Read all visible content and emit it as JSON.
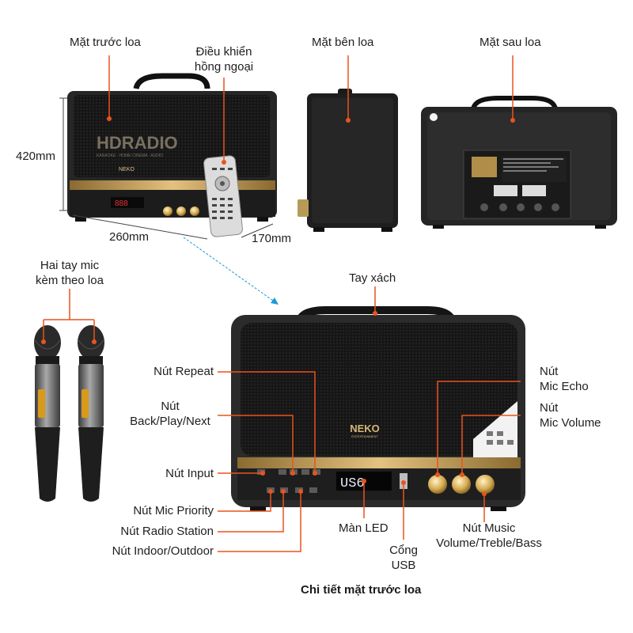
{
  "top_labels": {
    "front": "Mặt trước loa",
    "remote_line1": "Điều khiển",
    "remote_line2": "hồng ngoại",
    "side": "Mặt bên loa",
    "back": "Mặt sau loa"
  },
  "dimensions": {
    "height": "420mm",
    "width": "260mm",
    "depth": "170mm"
  },
  "speaker_branding": {
    "watermark": "HDRADIO",
    "watermark_sub": "KARAOKE - HOME CINEMA - AUDIO",
    "brand": "NEKO",
    "brand_sub": "ENTERTAINMENT",
    "display": "US6"
  },
  "mic_label": {
    "line1": "Hai tay mic",
    "line2": "kèm theo loa"
  },
  "callouts": {
    "handle": "Tay xách",
    "repeat": "Nút Repeat",
    "back_play_next_1": "Nút",
    "back_play_next_2": "Back/Play/Next",
    "input": "Nút Input",
    "mic_priority": "Nút Mic Priority",
    "radio_station": "Nút Radio Station",
    "indoor_outdoor": "Nút Indoor/Outdoor",
    "mic_echo_1": "Nút",
    "mic_echo_2": "Mic Echo",
    "mic_volume_1": "Nút",
    "mic_volume_2": "Mic Volume",
    "led": "Màn LED",
    "music_1": "Nút Music",
    "music_2": "Volume/Treble/Bass",
    "usb_1": "Cổng",
    "usb_2": "USB"
  },
  "caption": "Chi tiết mặt trước loa",
  "colors": {
    "callout": "#e8541e",
    "pointer": "#1a9ad6",
    "gold": "#c9a25a",
    "body": "#1b1b1b"
  }
}
